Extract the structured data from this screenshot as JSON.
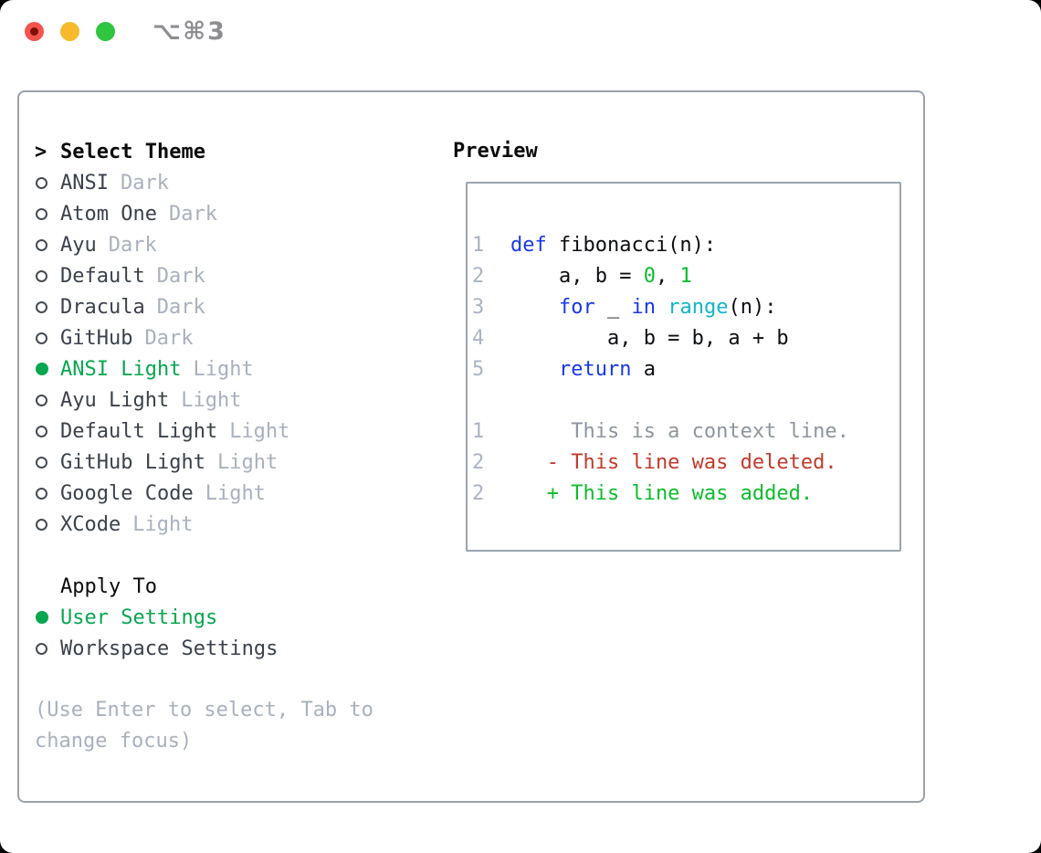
{
  "window": {
    "shortcut_hint": "⌥⌘3"
  },
  "theme_panel": {
    "title_prefix": ">",
    "title": "Select Theme",
    "themes": [
      {
        "name": "ANSI",
        "variant": "Dark",
        "selected": false
      },
      {
        "name": "Atom One",
        "variant": "Dark",
        "selected": false
      },
      {
        "name": "Ayu",
        "variant": "Dark",
        "selected": false
      },
      {
        "name": "Default",
        "variant": "Dark",
        "selected": false
      },
      {
        "name": "Dracula",
        "variant": "Dark",
        "selected": false
      },
      {
        "name": "GitHub",
        "variant": "Dark",
        "selected": false
      },
      {
        "name": "ANSI Light",
        "variant": "Light",
        "selected": true
      },
      {
        "name": "Ayu Light",
        "variant": "Light",
        "selected": false
      },
      {
        "name": "Default Light",
        "variant": "Light",
        "selected": false
      },
      {
        "name": "GitHub Light",
        "variant": "Light",
        "selected": false
      },
      {
        "name": "Google Code",
        "variant": "Light",
        "selected": false
      },
      {
        "name": "XCode",
        "variant": "Light",
        "selected": false
      }
    ],
    "apply_to": {
      "title": "Apply To",
      "options": [
        {
          "label": "User Settings",
          "selected": true
        },
        {
          "label": "Workspace Settings",
          "selected": false
        }
      ]
    },
    "help_text": "(Use Enter to select, Tab to change focus)"
  },
  "preview_panel": {
    "title": "Preview",
    "code_lines": [
      {
        "ln": "1",
        "tokens": [
          {
            "t": "def ",
            "c": "keyword"
          },
          {
            "t": "fibonacci(n):",
            "c": "plain"
          }
        ]
      },
      {
        "ln": "2",
        "tokens": [
          {
            "t": "    a, b = ",
            "c": "plain"
          },
          {
            "t": "0",
            "c": "number"
          },
          {
            "t": ", ",
            "c": "plain"
          },
          {
            "t": "1",
            "c": "number"
          }
        ]
      },
      {
        "ln": "3",
        "tokens": [
          {
            "t": "    ",
            "c": "plain"
          },
          {
            "t": "for",
            "c": "keyword"
          },
          {
            "t": " _ ",
            "c": "plain"
          },
          {
            "t": "in",
            "c": "keyword"
          },
          {
            "t": " ",
            "c": "plain"
          },
          {
            "t": "range",
            "c": "builtin"
          },
          {
            "t": "(n):",
            "c": "plain"
          }
        ]
      },
      {
        "ln": "4",
        "tokens": [
          {
            "t": "        a, b = b, a + b",
            "c": "plain"
          }
        ]
      },
      {
        "ln": "5",
        "tokens": [
          {
            "t": "    ",
            "c": "plain"
          },
          {
            "t": "return",
            "c": "keyword"
          },
          {
            "t": " a",
            "c": "plain"
          }
        ]
      },
      {
        "ln": "",
        "tokens": []
      },
      {
        "ln": "1",
        "tokens": [
          {
            "t": "     This is a context line.",
            "c": "context"
          }
        ]
      },
      {
        "ln": "2",
        "tokens": [
          {
            "t": "   - This line was deleted.",
            "c": "deleted"
          }
        ]
      },
      {
        "ln": "2",
        "tokens": [
          {
            "t": "   + This line was added.",
            "c": "added"
          }
        ]
      }
    ]
  },
  "colors": {
    "accent": "#08a74f",
    "kw": "#1838ea",
    "builtin": "#10b6c6",
    "num": "#0abe2c",
    "add": "#0dbd2d",
    "del": "#c23a2b",
    "ctx": "#8d96a0",
    "ln": "#a9b4c3",
    "muted": "#a9b1be",
    "name": "#3b414c",
    "ink": "#0b0b0d",
    "tl-red": "#f4534d",
    "tl-yellow": "#f7ba2d",
    "tl-green": "#30c53f",
    "shortcut": "#8e8e92"
  }
}
